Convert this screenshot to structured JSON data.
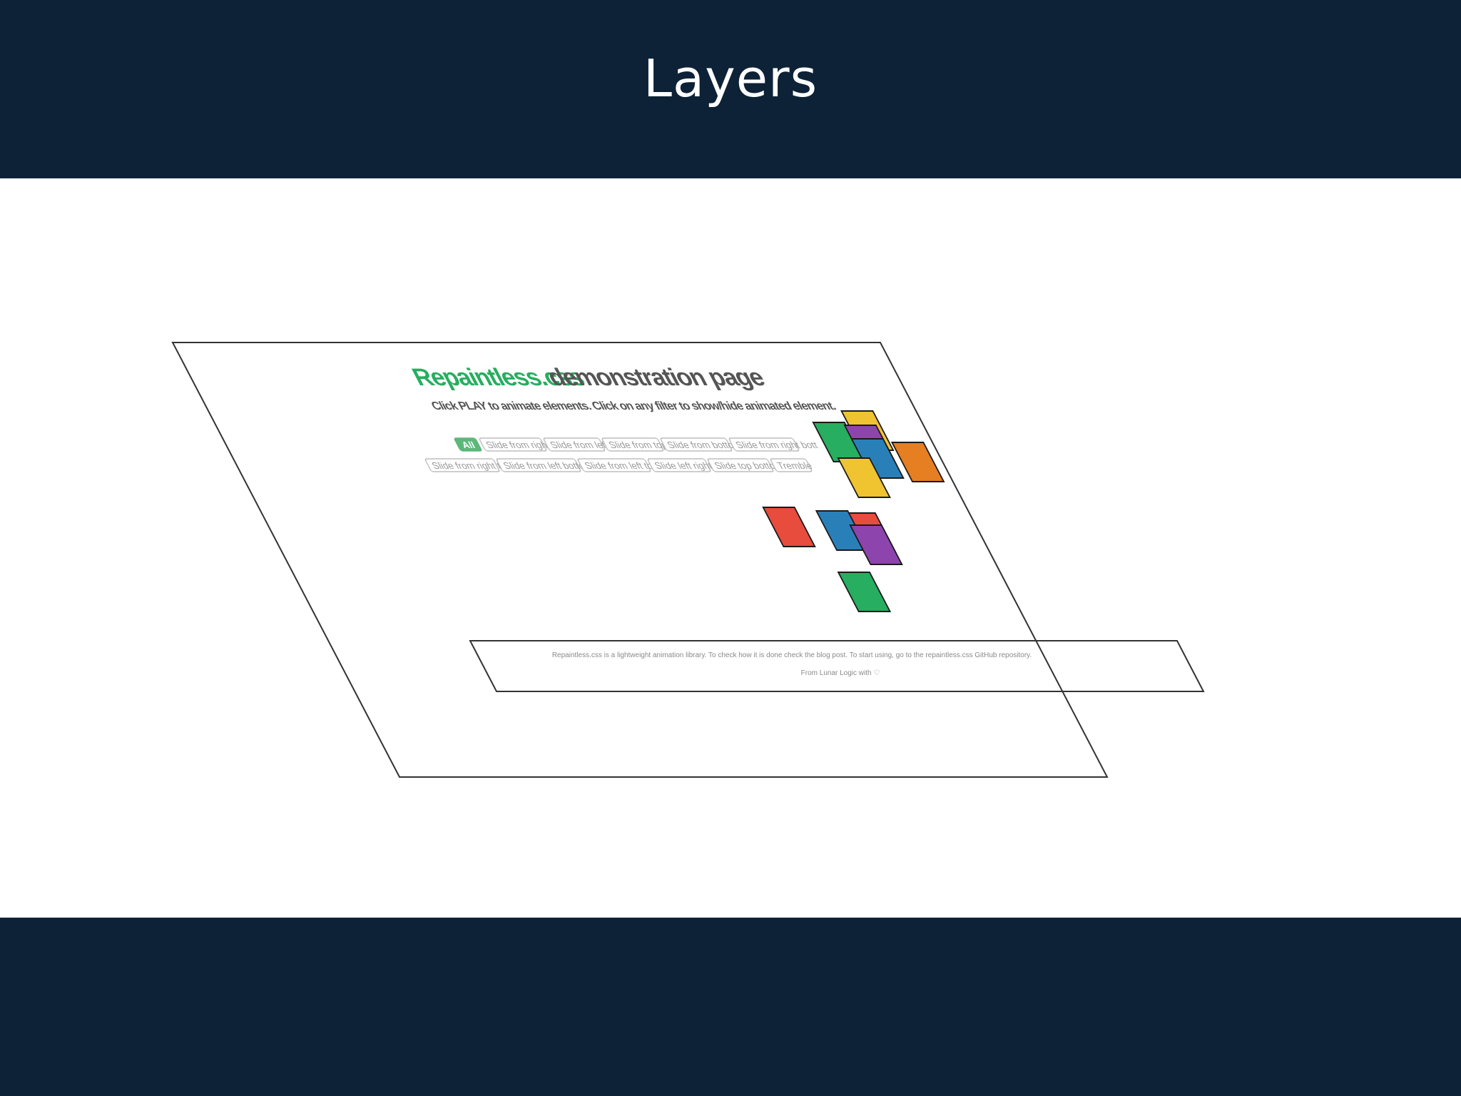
{
  "slide": {
    "title": "Layers"
  },
  "page": {
    "brand": "Repaintless.css",
    "heading": "demonstration page",
    "subtitle": "Click PLAY to animate elements. Click on any filter to show/hide animated element.",
    "filters_row1": [
      "All",
      "Slide from right",
      "Slide from left",
      "Slide from top",
      "Slide from bottom",
      "Slide from right bott"
    ],
    "filters_row2": [
      "Slide from right top",
      "Slide from left bottom",
      "Slide from left top",
      "Slide left right",
      "Slide top bottom",
      "Tremble"
    ],
    "footer_line1": "Repaintless.css is a lightweight animation library. To check how it is done check the blog post. To start using, go to the repaintless.css GitHub repository.",
    "footer_line2": "From Lunar Logic with ♡"
  },
  "colors": {
    "header_bg": "#0d2236",
    "brand_green": "#27ae60",
    "tile_green": "#27ae60",
    "tile_purple": "#8e44ad",
    "tile_yellow": "#f0c330",
    "tile_blue": "#2980b9",
    "tile_orange": "#e67e22",
    "tile_red": "#e74c3c"
  }
}
